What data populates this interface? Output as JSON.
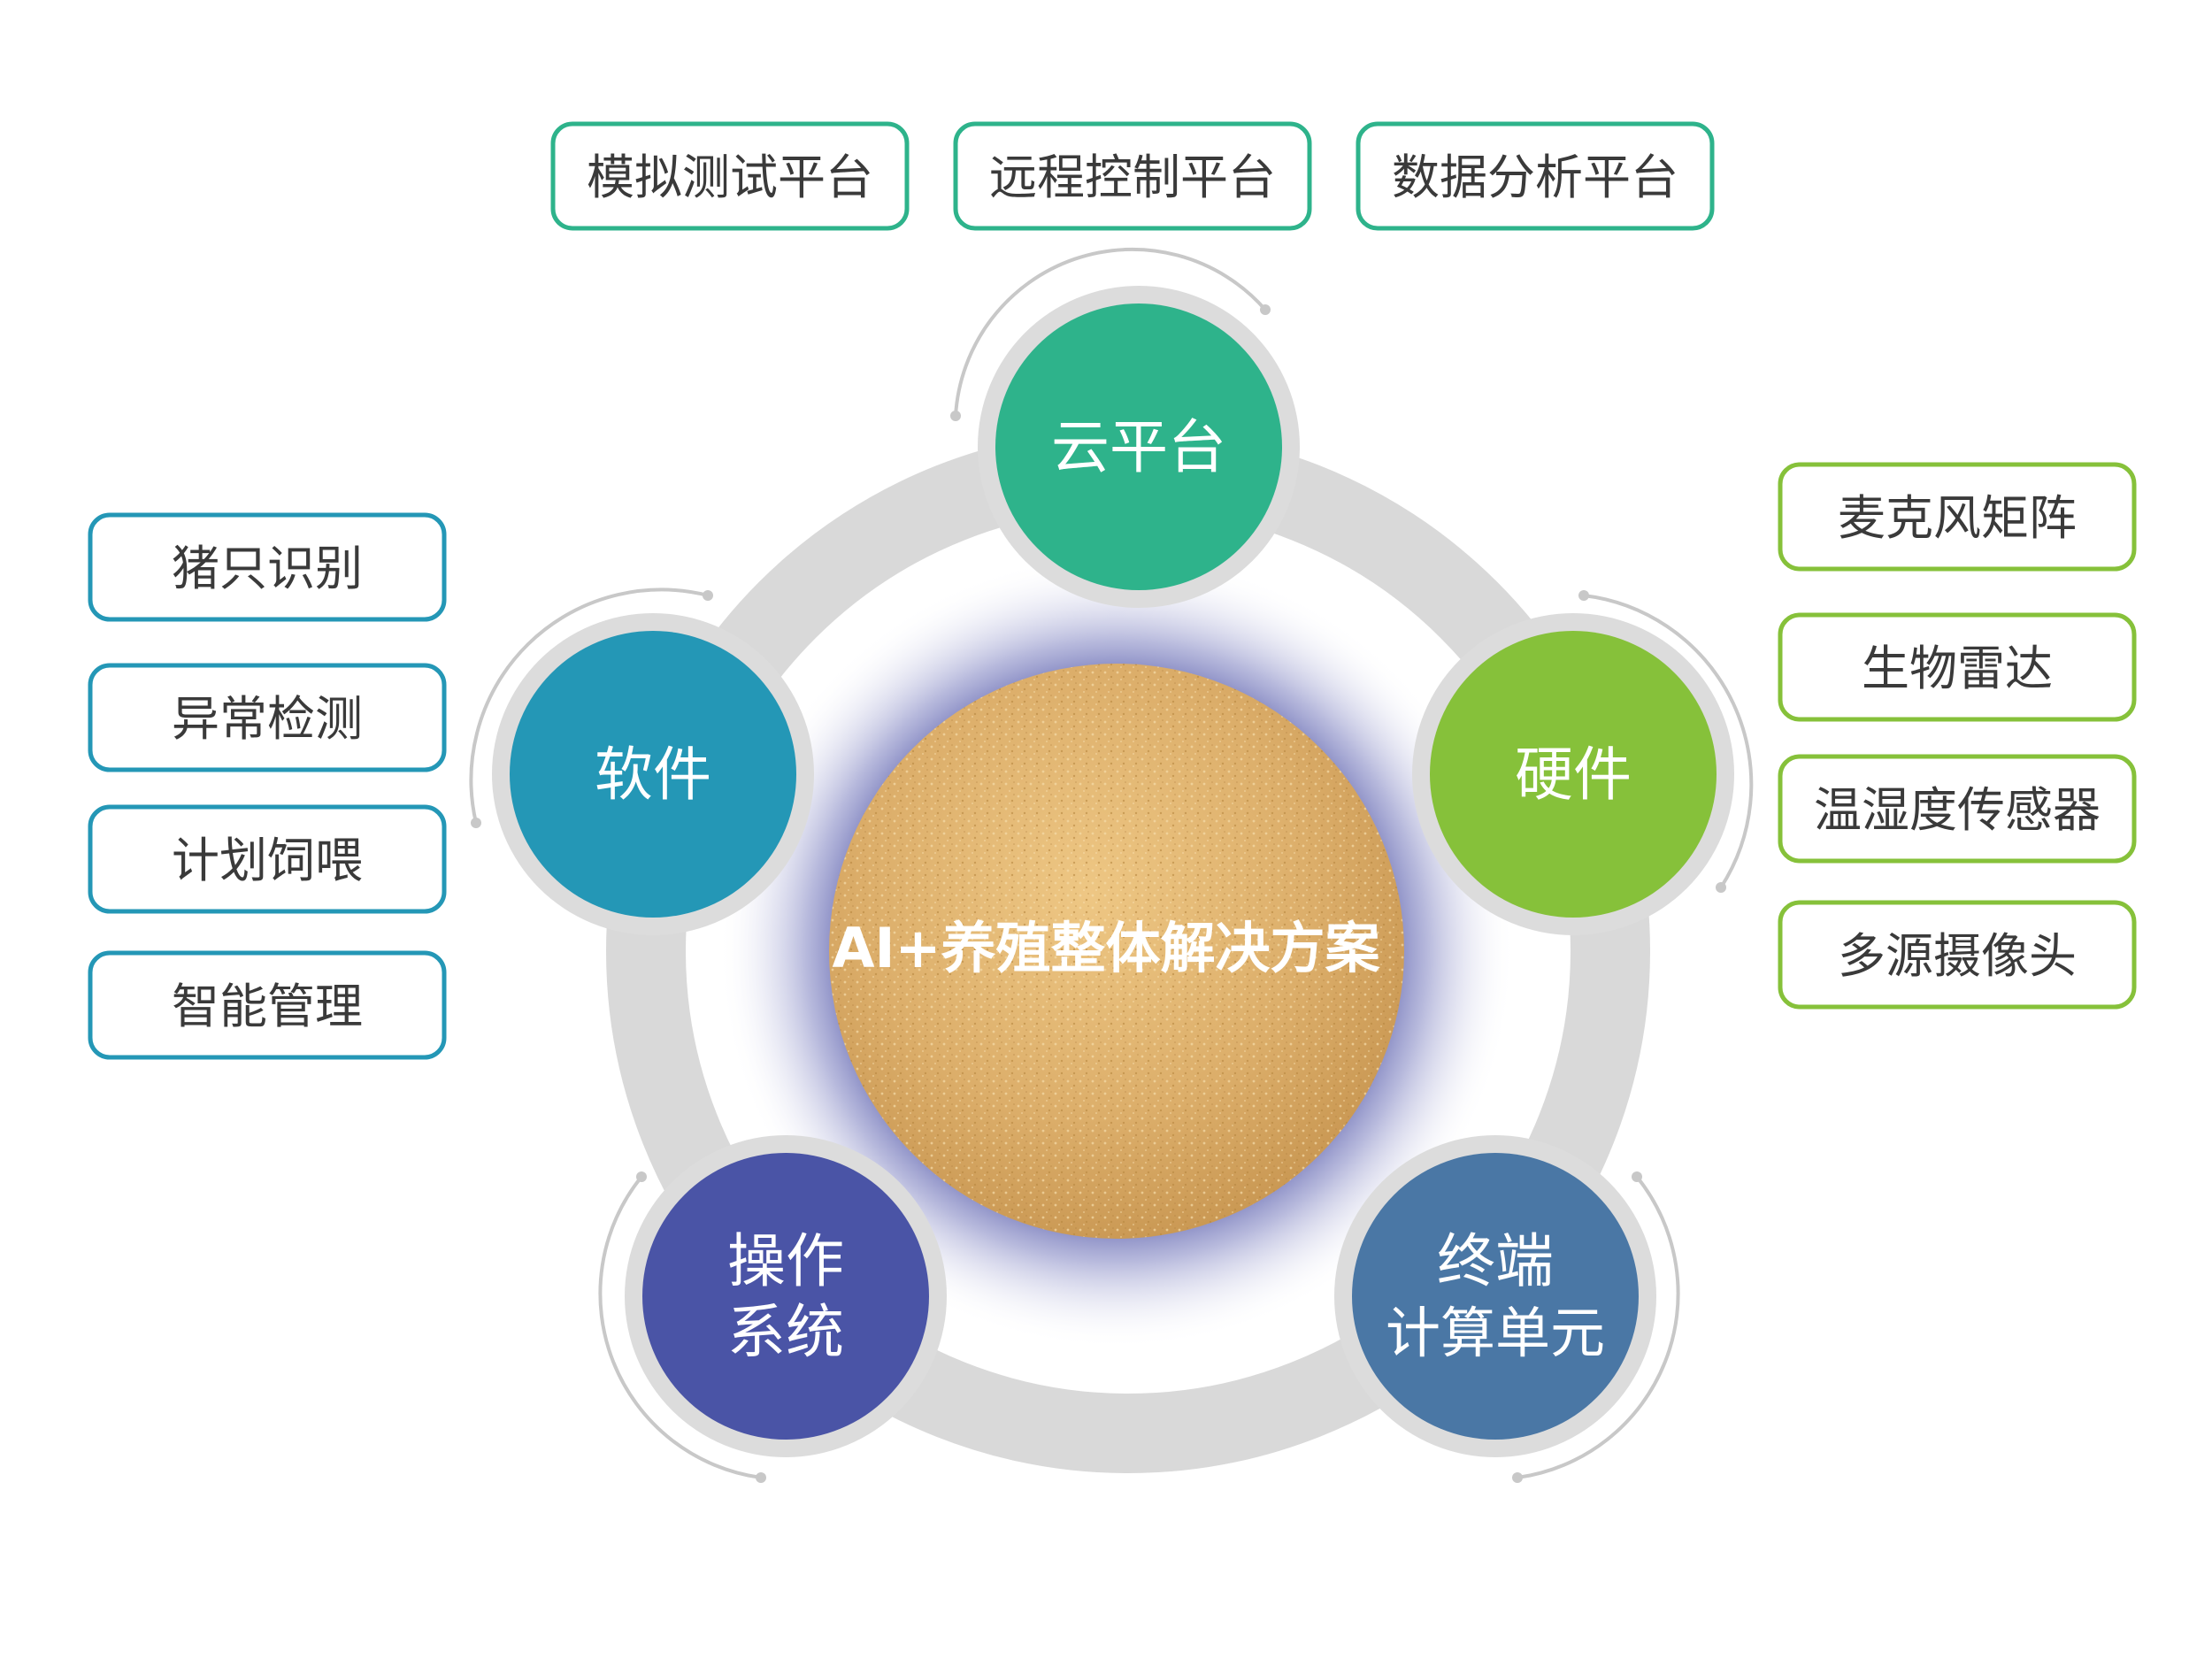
{
  "center": {
    "title": "AI+养殖整体解决方案"
  },
  "colors": {
    "cloud": "#2eb38b",
    "software": "#2497b6",
    "hardware": "#86c13a",
    "os": "#4a54a6",
    "terminal": "#4a77a5",
    "ring": "#d9d9d9",
    "arc": "#c8c8c8",
    "glow": "#3a3f9a",
    "sand": "#dcae6a"
  },
  "nodes": {
    "cloud": {
      "label": "云平台"
    },
    "software": {
      "label": "软件"
    },
    "hardware": {
      "label": "硬件"
    },
    "os": {
      "line1": "操作",
      "line2": "系统"
    },
    "terminal": {
      "line1": "终端",
      "line2": "计算单元"
    }
  },
  "cloud_items": [
    "模拟测试平台",
    "远程控制平台",
    "数据分析平台"
  ],
  "software_items": [
    "猪只识别",
    "异常检测",
    "计划饲喂",
    "智能管理"
  ],
  "hardware_items": [
    "麦克风矩阵",
    "生物雷达",
    "温湿度传感器",
    "多源摄像头"
  ]
}
